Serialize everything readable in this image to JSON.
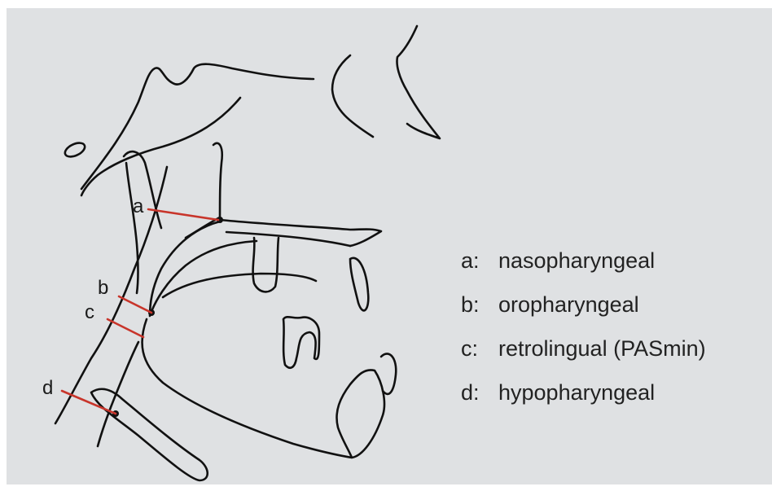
{
  "diagram": {
    "point_labels": {
      "a": "a",
      "b": "b",
      "c": "c",
      "d": "d"
    },
    "measurement_line_color": "#c8352b",
    "outline_color": "#111111",
    "background_color": "#dfe1e3"
  },
  "legend": {
    "items": [
      {
        "key": "a:",
        "text": "nasopharyngeal"
      },
      {
        "key": "b:",
        "text": "oropharyngeal"
      },
      {
        "key": "c:",
        "text": "retrolingual (PASmin)"
      },
      {
        "key": "d:",
        "text": "hypopharyngeal"
      }
    ]
  }
}
